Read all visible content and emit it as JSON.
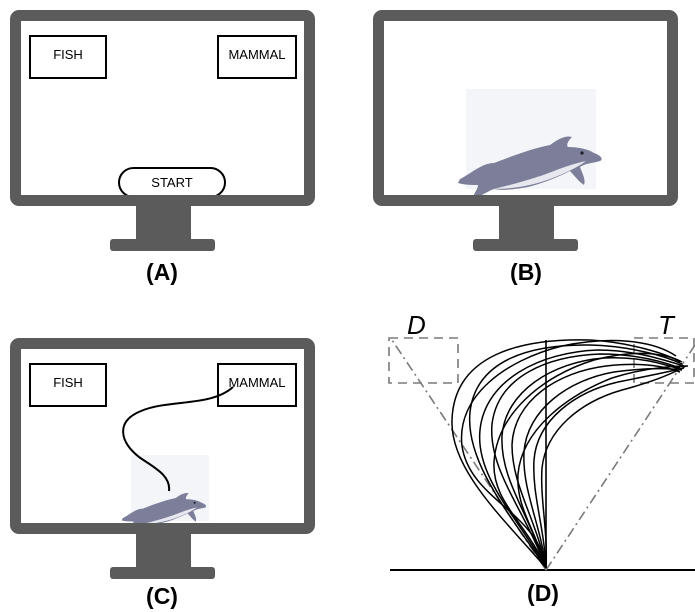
{
  "panels": {
    "a": {
      "caption": "(A)",
      "fish_label": "FISH",
      "mammal_label": "MAMMAL",
      "start_label": "START"
    },
    "b": {
      "caption": "(B)",
      "stimulus": "dolphin"
    },
    "c": {
      "caption": "(C)",
      "fish_label": "FISH",
      "mammal_label": "MAMMAL",
      "stimulus": "dolphin"
    },
    "d": {
      "caption": "(D)",
      "distractor_label": "D",
      "target_label": "T"
    }
  },
  "colors": {
    "monitor": "#5b5b5b",
    "dolphin_body": "#7d7f9a",
    "dolphin_belly": "#e7e7ef",
    "trajectory": "#000000",
    "guide_lines": "#7a7a7a"
  },
  "icons": {
    "stimulus": "dolphin-icon"
  }
}
